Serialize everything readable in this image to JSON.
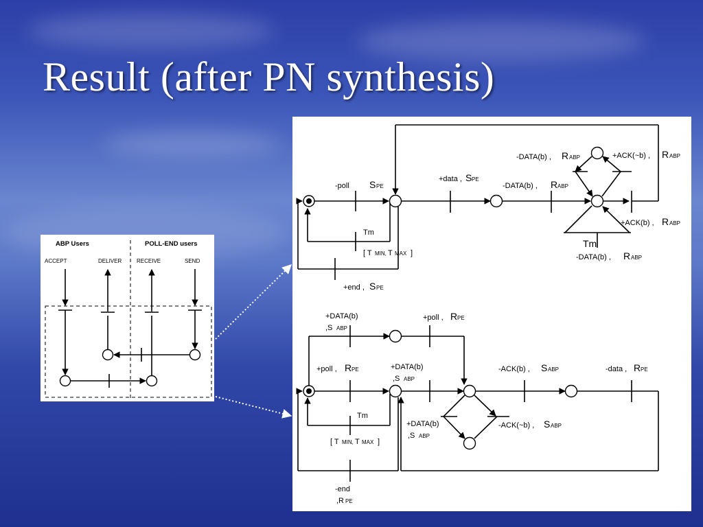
{
  "slide": {
    "title": "Result (after PN synthesis)"
  },
  "left_diagram": {
    "groups": [
      "ABP  Users",
      "POLL-END users"
    ],
    "signals": [
      "ACCEPT",
      "DELIVER",
      "RECEIVE",
      "SEND"
    ]
  },
  "top_net": {
    "labels": {
      "poll": "-poll",
      "spe_main": "S",
      "spe_sub": "PE",
      "data_plus": "+data ,",
      "data_minus_b1": "-DATA(b) ,",
      "r_main": "R",
      "r_sub": "ABP",
      "data_minus_b2": "-DATA(b) ,",
      "ack_notb": "+ACK(~b) ,",
      "ack_b": "+ACK(b) ,",
      "data_minus_b3": "-DATA(b) ,",
      "tm": "Tm",
      "tm2": "Tm",
      "interval_open": "[ T",
      "interval_min": "MIN,",
      "interval_t": " T",
      "interval_max": "MAX",
      "interval_close": " ]",
      "end": "+end ,"
    }
  },
  "bottom_net": {
    "labels": {
      "data_b_top": "+DATA(b)",
      "sabp_top": ",S",
      "abp_sub": "ABP",
      "poll_plus": "+poll ,",
      "poll_plus2": "+poll ,",
      "r_main": "R",
      "pe_sub": "PE",
      "data_b_mid": "+DATA(b)",
      "sabp_mid": ",S",
      "ack_b": "-ACK(b) ,",
      "s_main": "S",
      "data_minus": "-data ,",
      "data_b_low": "+DATA(b)",
      "sabp_low": ",S",
      "ack_notb": "-ACK(~b) ,",
      "tm": "Tm",
      "interval_open": "[ T",
      "interval_min": "MIN,",
      "interval_t": " T",
      "interval_max": "MAX",
      "interval_close": " ]",
      "end": "-end",
      "rpe_comma": ",R"
    }
  },
  "colors": {
    "title": "#ffffff",
    "connector": "#ffffff"
  }
}
